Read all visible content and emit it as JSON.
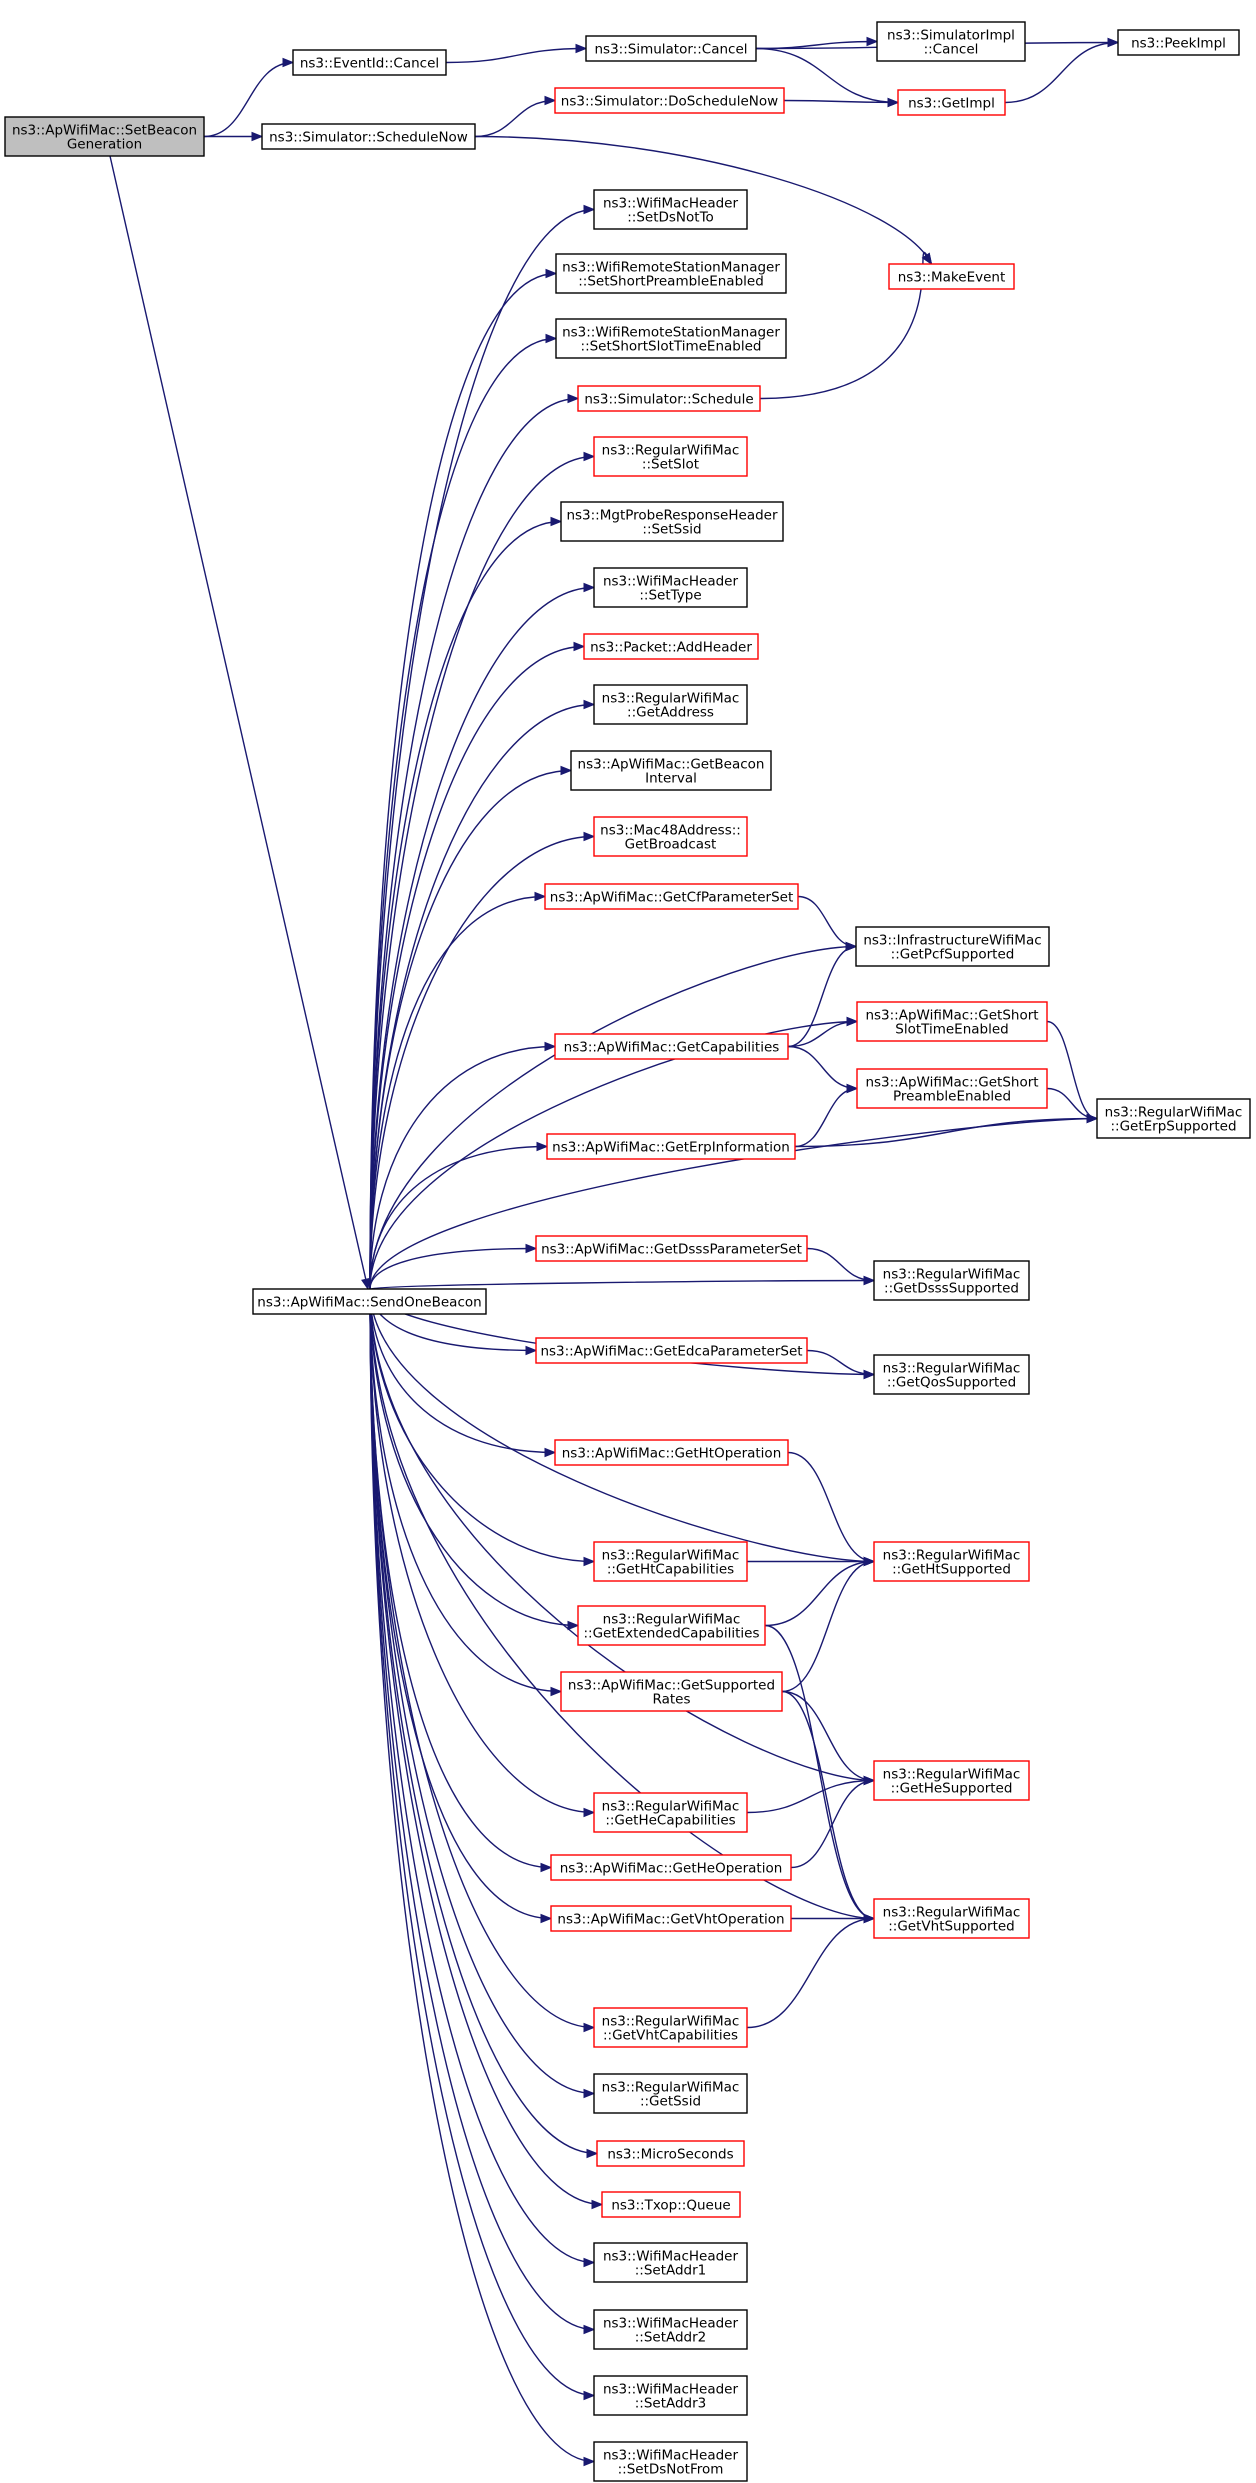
{
  "colors": {
    "edge": "#191970",
    "root_fill": "#bfbfbf",
    "border_black": "#000000",
    "border_red": "#ff0000",
    "background": "#ffffff"
  },
  "nodes": {
    "n_setbeacon": {
      "lines": [
        "ns3::ApWifiMac::SetBeacon",
        "Generation"
      ],
      "style": "root"
    },
    "n_eventcancel": {
      "lines": [
        "ns3::EventId::Cancel"
      ],
      "style": "black"
    },
    "n_simcancel": {
      "lines": [
        "ns3::Simulator::Cancel"
      ],
      "style": "black"
    },
    "n_simimplcancel": {
      "lines": [
        "ns3::SimulatorImpl",
        "::Cancel"
      ],
      "style": "black"
    },
    "n_peekimpl": {
      "lines": [
        "ns3::PeekImpl"
      ],
      "style": "black"
    },
    "n_schednow": {
      "lines": [
        "ns3::Simulator::ScheduleNow"
      ],
      "style": "black"
    },
    "n_doschednow": {
      "lines": [
        "ns3::Simulator::DoScheduleNow"
      ],
      "style": "red"
    },
    "n_getimpl": {
      "lines": [
        "ns3::GetImpl"
      ],
      "style": "red"
    },
    "n_makeevent": {
      "lines": [
        "ns3::MakeEvent"
      ],
      "style": "red"
    },
    "n_setdsnotto": {
      "lines": [
        "ns3::WifiMacHeader",
        "::SetDsNotTo"
      ],
      "style": "black"
    },
    "n_setshortpre": {
      "lines": [
        "ns3::WifiRemoteStationManager",
        "::SetShortPreambleEnabled"
      ],
      "style": "black"
    },
    "n_setshortslot": {
      "lines": [
        "ns3::WifiRemoteStationManager",
        "::SetShortSlotTimeEnabled"
      ],
      "style": "black"
    },
    "n_simschedule": {
      "lines": [
        "ns3::Simulator::Schedule"
      ],
      "style": "red"
    },
    "n_setslot": {
      "lines": [
        "ns3::RegularWifiMac",
        "::SetSlot"
      ],
      "style": "red"
    },
    "n_setssid": {
      "lines": [
        "ns3::MgtProbeResponseHeader",
        "::SetSsid"
      ],
      "style": "black"
    },
    "n_settype": {
      "lines": [
        "ns3::WifiMacHeader",
        "::SetType"
      ],
      "style": "black"
    },
    "n_addheader": {
      "lines": [
        "ns3::Packet::AddHeader"
      ],
      "style": "red"
    },
    "n_getaddress": {
      "lines": [
        "ns3::RegularWifiMac",
        "::GetAddress"
      ],
      "style": "black"
    },
    "n_getbeaconint": {
      "lines": [
        "ns3::ApWifiMac::GetBeacon",
        "Interval"
      ],
      "style": "black"
    },
    "n_getbroadcast": {
      "lines": [
        "ns3::Mac48Address::",
        "GetBroadcast"
      ],
      "style": "red"
    },
    "n_getcfparam": {
      "lines": [
        "ns3::ApWifiMac::GetCfParameterSet"
      ],
      "style": "red"
    },
    "n_getpcfsup": {
      "lines": [
        "ns3::InfrastructureWifiMac",
        "::GetPcfSupported"
      ],
      "style": "black"
    },
    "n_getshortslotenabled": {
      "lines": [
        "ns3::ApWifiMac::GetShort",
        "SlotTimeEnabled"
      ],
      "style": "red"
    },
    "n_getcapabilities": {
      "lines": [
        "ns3::ApWifiMac::GetCapabilities"
      ],
      "style": "red"
    },
    "n_getshortpreenabled": {
      "lines": [
        "ns3::ApWifiMac::GetShort",
        "PreambleEnabled"
      ],
      "style": "red"
    },
    "n_geterpsup": {
      "lines": [
        "ns3::RegularWifiMac",
        "::GetErpSupported"
      ],
      "style": "black"
    },
    "n_geterpinfo": {
      "lines": [
        "ns3::ApWifiMac::GetErpInformation"
      ],
      "style": "red"
    },
    "n_getdsssparam": {
      "lines": [
        "ns3::ApWifiMac::GetDsssParameterSet"
      ],
      "style": "red"
    },
    "n_getdssssup": {
      "lines": [
        "ns3::RegularWifiMac",
        "::GetDsssSupported"
      ],
      "style": "black"
    },
    "n_sendonebeacon": {
      "lines": [
        "ns3::ApWifiMac::SendOneBeacon"
      ],
      "style": "black"
    },
    "n_getedcaparam": {
      "lines": [
        "ns3::ApWifiMac::GetEdcaParameterSet"
      ],
      "style": "red"
    },
    "n_getqossup": {
      "lines": [
        "ns3::RegularWifiMac",
        "::GetQosSupported"
      ],
      "style": "black"
    },
    "n_gethtop": {
      "lines": [
        "ns3::ApWifiMac::GetHtOperation"
      ],
      "style": "red"
    },
    "n_gethtcap": {
      "lines": [
        "ns3::RegularWifiMac",
        "::GetHtCapabilities"
      ],
      "style": "red"
    },
    "n_gethtsup": {
      "lines": [
        "ns3::RegularWifiMac",
        "::GetHtSupported"
      ],
      "style": "red"
    },
    "n_getextcap": {
      "lines": [
        "ns3::RegularWifiMac",
        "::GetExtendedCapabilities"
      ],
      "style": "red"
    },
    "n_getsuprates": {
      "lines": [
        "ns3::ApWifiMac::GetSupported",
        "Rates"
      ],
      "style": "red"
    },
    "n_gethesup": {
      "lines": [
        "ns3::RegularWifiMac",
        "::GetHeSupported"
      ],
      "style": "red"
    },
    "n_gethecap": {
      "lines": [
        "ns3::RegularWifiMac",
        "::GetHeCapabilities"
      ],
      "style": "red"
    },
    "n_getheop": {
      "lines": [
        "ns3::ApWifiMac::GetHeOperation"
      ],
      "style": "red"
    },
    "n_getvhtop": {
      "lines": [
        "ns3::ApWifiMac::GetVhtOperation"
      ],
      "style": "red"
    },
    "n_getvhtsup": {
      "lines": [
        "ns3::RegularWifiMac",
        "::GetVhtSupported"
      ],
      "style": "red"
    },
    "n_getvhtcap": {
      "lines": [
        "ns3::RegularWifiMac",
        "::GetVhtCapabilities"
      ],
      "style": "red"
    },
    "n_getssid": {
      "lines": [
        "ns3::RegularWifiMac",
        "::GetSsid"
      ],
      "style": "black"
    },
    "n_microsec": {
      "lines": [
        "ns3::MicroSeconds"
      ],
      "style": "red"
    },
    "n_txopqueue": {
      "lines": [
        "ns3::Txop::Queue"
      ],
      "style": "red"
    },
    "n_setaddr1": {
      "lines": [
        "ns3::WifiMacHeader",
        "::SetAddr1"
      ],
      "style": "black"
    },
    "n_setaddr2": {
      "lines": [
        "ns3::WifiMacHeader",
        "::SetAddr2"
      ],
      "style": "black"
    },
    "n_setaddr3": {
      "lines": [
        "ns3::WifiMacHeader",
        "::SetAddr3"
      ],
      "style": "black"
    },
    "n_setdsnotfrom": {
      "lines": [
        "ns3::WifiMacHeader",
        "::SetDsNotFrom"
      ],
      "style": "black"
    }
  },
  "edges": [
    [
      "n_setbeacon",
      "n_eventcancel"
    ],
    [
      "n_setbeacon",
      "n_schednow"
    ],
    [
      "n_setbeacon",
      "n_sendonebeacon"
    ],
    [
      "n_eventcancel",
      "n_simcancel"
    ],
    [
      "n_simcancel",
      "n_simimplcancel"
    ],
    [
      "n_simcancel",
      "n_peekimpl"
    ],
    [
      "n_simcancel",
      "n_getimpl"
    ],
    [
      "n_schednow",
      "n_doschednow"
    ],
    [
      "n_schednow",
      "n_makeevent"
    ],
    [
      "n_doschednow",
      "n_getimpl"
    ],
    [
      "n_getimpl",
      "n_peekimpl"
    ],
    [
      "n_simschedule",
      "n_makeevent"
    ],
    [
      "n_getcfparam",
      "n_getpcfsup"
    ],
    [
      "n_getcapabilities",
      "n_getpcfsup"
    ],
    [
      "n_getcapabilities",
      "n_getshortslotenabled"
    ],
    [
      "n_getcapabilities",
      "n_getshortpreenabled"
    ],
    [
      "n_getshortslotenabled",
      "n_geterpsup"
    ],
    [
      "n_getshortpreenabled",
      "n_geterpsup"
    ],
    [
      "n_geterpinfo",
      "n_getshortpreenabled"
    ],
    [
      "n_geterpinfo",
      "n_geterpsup"
    ],
    [
      "n_getdsssparam",
      "n_getdssssup"
    ],
    [
      "n_getedcaparam",
      "n_getqossup"
    ],
    [
      "n_gethtop",
      "n_gethtsup"
    ],
    [
      "n_gethtcap",
      "n_gethtsup"
    ],
    [
      "n_getextcap",
      "n_gethtsup"
    ],
    [
      "n_getextcap",
      "n_getvhtsup"
    ],
    [
      "n_getsuprates",
      "n_gethtsup"
    ],
    [
      "n_getsuprates",
      "n_gethesup"
    ],
    [
      "n_getsuprates",
      "n_getvhtsup"
    ],
    [
      "n_gethecap",
      "n_gethesup"
    ],
    [
      "n_getheop",
      "n_gethesup"
    ],
    [
      "n_getvhtop",
      "n_getvhtsup"
    ],
    [
      "n_getvhtcap",
      "n_getvhtsup"
    ],
    [
      "n_sendonebeacon",
      "n_setdsnotto"
    ],
    [
      "n_sendonebeacon",
      "n_setshortpre"
    ],
    [
      "n_sendonebeacon",
      "n_setshortslot"
    ],
    [
      "n_sendonebeacon",
      "n_simschedule"
    ],
    [
      "n_sendonebeacon",
      "n_setslot"
    ],
    [
      "n_sendonebeacon",
      "n_setssid"
    ],
    [
      "n_sendonebeacon",
      "n_settype"
    ],
    [
      "n_sendonebeacon",
      "n_addheader"
    ],
    [
      "n_sendonebeacon",
      "n_getaddress"
    ],
    [
      "n_sendonebeacon",
      "n_getbeaconint"
    ],
    [
      "n_sendonebeacon",
      "n_getbroadcast"
    ],
    [
      "n_sendonebeacon",
      "n_getcfparam"
    ],
    [
      "n_sendonebeacon",
      "n_getpcfsup"
    ],
    [
      "n_sendonebeacon",
      "n_getshortslotenabled"
    ],
    [
      "n_sendonebeacon",
      "n_getcapabilities"
    ],
    [
      "n_sendonebeacon",
      "n_geterpinfo"
    ],
    [
      "n_sendonebeacon",
      "n_geterpsup"
    ],
    [
      "n_sendonebeacon",
      "n_getdsssparam"
    ],
    [
      "n_sendonebeacon",
      "n_getdssssup"
    ],
    [
      "n_sendonebeacon",
      "n_getedcaparam"
    ],
    [
      "n_sendonebeacon",
      "n_getqossup"
    ],
    [
      "n_sendonebeacon",
      "n_gethtop"
    ],
    [
      "n_sendonebeacon",
      "n_gethtsup"
    ],
    [
      "n_sendonebeacon",
      "n_gethtcap"
    ],
    [
      "n_sendonebeacon",
      "n_getextcap"
    ],
    [
      "n_sendonebeacon",
      "n_getsuprates"
    ],
    [
      "n_sendonebeacon",
      "n_gethesup"
    ],
    [
      "n_sendonebeacon",
      "n_gethecap"
    ],
    [
      "n_sendonebeacon",
      "n_getheop"
    ],
    [
      "n_sendonebeacon",
      "n_getvhtop"
    ],
    [
      "n_sendonebeacon",
      "n_getvhtsup"
    ],
    [
      "n_sendonebeacon",
      "n_getvhtcap"
    ],
    [
      "n_sendonebeacon",
      "n_getssid"
    ],
    [
      "n_sendonebeacon",
      "n_microsec"
    ],
    [
      "n_sendonebeacon",
      "n_txopqueue"
    ],
    [
      "n_sendonebeacon",
      "n_setaddr1"
    ],
    [
      "n_sendonebeacon",
      "n_setaddr2"
    ],
    [
      "n_sendonebeacon",
      "n_setaddr3"
    ],
    [
      "n_sendonebeacon",
      "n_setdsnotfrom"
    ]
  ]
}
